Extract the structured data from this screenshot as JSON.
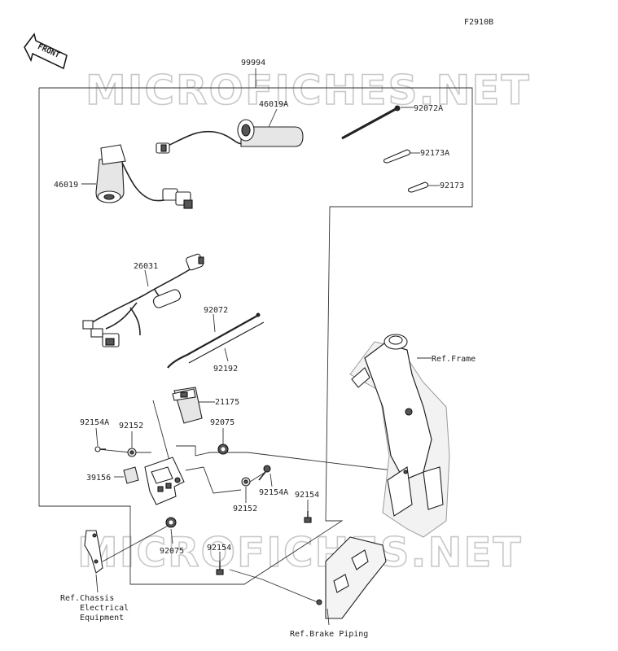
{
  "figure_code": "F2910B",
  "front_arrow_label": "FRONT",
  "watermark": "MICROFICHES.NET",
  "parts": {
    "p99994": "99994",
    "p46019A": "46019A",
    "p92072A": "92072A",
    "p92173A": "92173A",
    "p92173": "92173",
    "p46019": "46019",
    "p26031": "26031",
    "p92072": "92072",
    "p92192": "92192",
    "p21175": "21175",
    "p92154A_left": "92154A",
    "p92152_left": "92152",
    "p92075_top": "92075",
    "p39156": "39156",
    "p92154A_right": "92154A",
    "p92152_right": "92152",
    "p92154_right": "92154",
    "p92075_bottom": "92075",
    "p92154_bottom": "92154"
  },
  "refs": {
    "frame": "Ref.Frame",
    "chassis_line1": "Ref.Chassis",
    "chassis_line2": "Electrical",
    "chassis_line3": "Equipment",
    "brake": "Ref.Brake Piping"
  }
}
